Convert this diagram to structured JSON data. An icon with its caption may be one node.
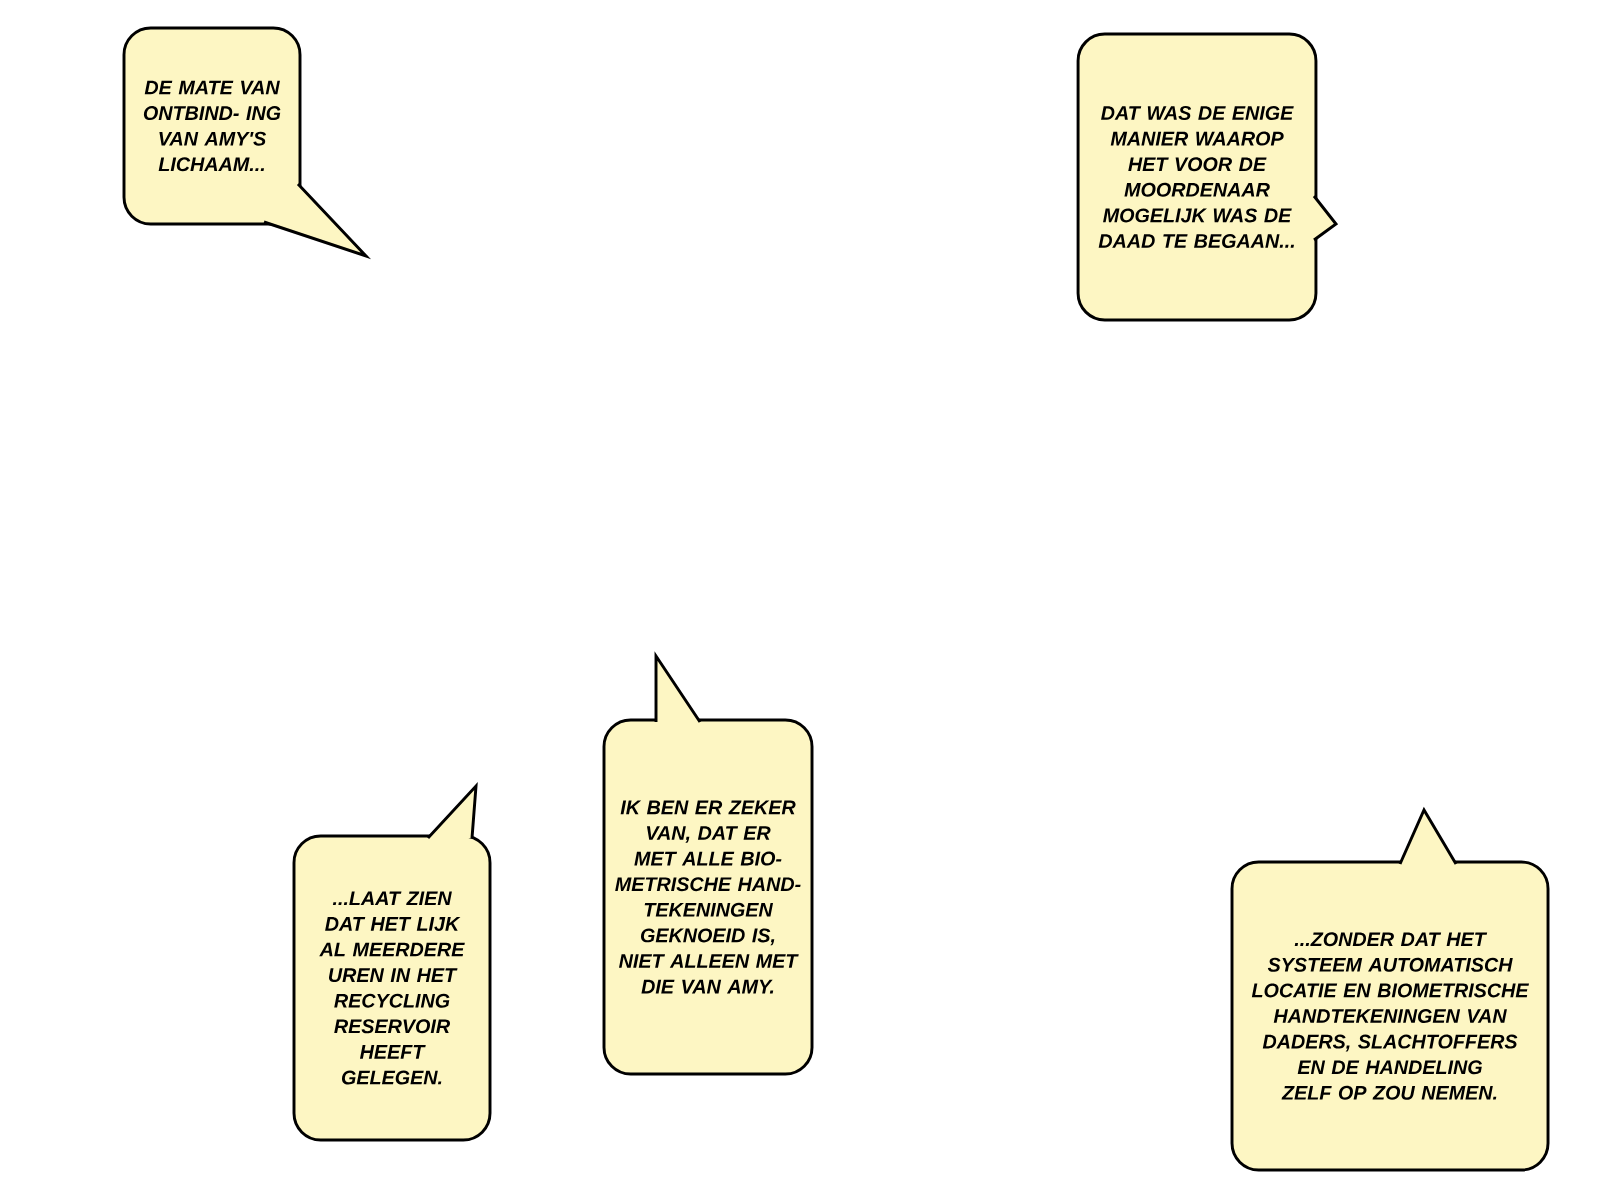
{
  "diagram": {
    "nodes": [
      {
        "text": [
          "DE MATE VAN ONTBIND- ING VAN AMY'S LICHAAM..."
        ]
      },
      {
        "text": [
          "DAT WAS DE ENIGE MANIER WAAROP HET VOOR DE MOORDENAAR MOGELIJK WAS DE DAAD TE BEGAAN..."
        ]
      },
      {
        "text": [
          "...LAAT ZIEN DAT HET LIJK AL MEERDERE UREN IN HET RECYCLING RESERVOIR HEEFT GELEGEN."
        ]
      },
      {
        "text": [
          "IK BEN ER ZEKER VAN, DAT ER MET ALLE BIO- METRISCHE HAND- TEKENINGEN GEKNOEID IS, NIET ALLEEN MET DIE VAN AMY."
        ]
      },
      {
        "text": [
          "...ZONDER DAT HET SYSTEEM AUTOMATISCH LOCATIE EN BIOMETRISCHE HANDTEKENINGEN VAN DADERS, SLACHTOFFERS EN DE HANDELING ZELF OP ZOU NEMEN."
        ]
      }
    ]
  }
}
